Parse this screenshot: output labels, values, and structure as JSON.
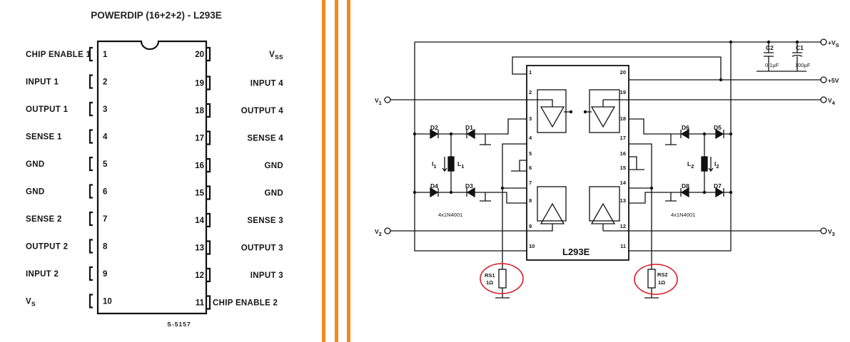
{
  "pinout": {
    "title": "POWERDIP (16+2+2) - L293E",
    "footnote": "S-5157",
    "left_pins": [
      {
        "num": "1",
        "label": "CHIP ENABLE 1"
      },
      {
        "num": "2",
        "label": "INPUT 1"
      },
      {
        "num": "3",
        "label": "OUTPUT 1"
      },
      {
        "num": "4",
        "label": "SENSE 1"
      },
      {
        "num": "5",
        "label": "GND"
      },
      {
        "num": "6",
        "label": "GND"
      },
      {
        "num": "7",
        "label": "SENSE 2"
      },
      {
        "num": "8",
        "label": "OUTPUT 2"
      },
      {
        "num": "9",
        "label": "INPUT 2"
      },
      {
        "num": "10",
        "label": "V",
        "sub": "S"
      }
    ],
    "right_pins": [
      {
        "num": "20",
        "label": "V",
        "sub": "SS"
      },
      {
        "num": "19",
        "label": "INPUT 4"
      },
      {
        "num": "18",
        "label": "OUTPUT 4"
      },
      {
        "num": "17",
        "label": "SENSE 4"
      },
      {
        "num": "16",
        "label": "GND"
      },
      {
        "num": "15",
        "label": "GND"
      },
      {
        "num": "14",
        "label": "SENSE 3"
      },
      {
        "num": "13",
        "label": "OUTPUT 3"
      },
      {
        "num": "12",
        "label": "INPUT 3"
      },
      {
        "num": "11",
        "label": "CHIP ENABLE 2"
      }
    ]
  },
  "divider": {
    "color": "#f08a1c"
  },
  "schematic": {
    "chip_label": "L293E",
    "supply_vs": "+V",
    "supply_vs_sub": "S",
    "supply_5v": "+5V",
    "input_v1": "V",
    "input_v1_sub": "1",
    "input_v2": "V",
    "input_v2_sub": "2",
    "input_v3": "V",
    "input_v3_sub": "3",
    "input_v4": "V",
    "input_v4_sub": "4",
    "c2_name": "C2",
    "c2_value": "0.1µF",
    "c1_name": "C1",
    "c1_value": "100µF",
    "diodes_left": [
      "D2",
      "D1",
      "D4",
      "D3"
    ],
    "diodes_right": [
      "D6",
      "D5",
      "D8",
      "D7"
    ],
    "diode_part_left": "4x1N4001",
    "diode_part_right": "4x1N4001",
    "load_left": {
      "current": "I",
      "current_sub": "1",
      "inductor": "L",
      "inductor_sub": "1"
    },
    "load_right": {
      "current": "I",
      "current_sub": "2",
      "inductor": "L",
      "inductor_sub": "2"
    },
    "rs1": {
      "name": "RS1",
      "value": "1Ω"
    },
    "rs2": {
      "name": "RS2",
      "value": "1Ω"
    },
    "chip_pins_left": [
      "1",
      "2",
      "3",
      "4",
      "5",
      "6",
      "7",
      "8",
      "9",
      "10"
    ],
    "chip_pins_right": [
      "20",
      "19",
      "18",
      "17",
      "16",
      "15",
      "14",
      "13",
      "12",
      "11"
    ],
    "highlight_color": "#d81f26"
  }
}
